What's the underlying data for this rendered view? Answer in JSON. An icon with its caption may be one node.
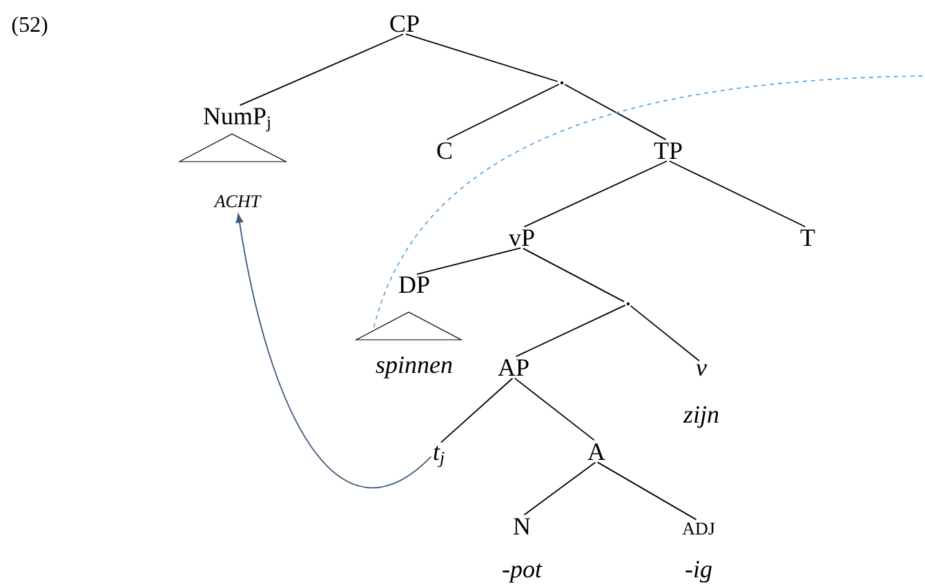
{
  "diagram": {
    "nodes": [
      {
        "text": [
          "CP"
        ]
      },
      {
        "text": [],
        "shape": "point"
      },
      {
        "text": [
          "NumP$_{j}$",
          "ACHT"
        ]
      },
      {
        "text": [
          "C"
        ]
      },
      {
        "text": [
          "TP"
        ]
      },
      {
        "text": [
          "vP"
        ]
      },
      {
        "text": [
          "T"
        ]
      },
      {
        "text": [
          "DP",
          "spinnen"
        ]
      },
      {
        "text": [],
        "shape": "point"
      },
      {
        "text": [
          "AP"
        ]
      },
      {
        "text": [
          "v",
          "zijn"
        ]
      },
      {
        "text": [
          "t$_{j}$"
        ]
      },
      {
        "text": [
          "A"
        ]
      },
      {
        "text": [
          "N",
          "-pot"
        ]
      },
      {
        "text": [
          "ADJ",
          "-ig"
        ]
      }
    ],
    "edges": [
      {
        "from": 0,
        "to": 2,
        "arrow": "none"
      },
      {
        "from": 0,
        "to": 1,
        "arrow": "none"
      },
      {
        "from": 1,
        "to": 3,
        "arrow": "none"
      },
      {
        "from": 1,
        "to": 4,
        "arrow": "none"
      },
      {
        "from": 4,
        "to": 5,
        "arrow": "none"
      },
      {
        "from": 4,
        "to": 6,
        "arrow": "none"
      },
      {
        "from": 5,
        "to": 7,
        "arrow": "none"
      },
      {
        "from": 5,
        "to": 8,
        "arrow": "none"
      },
      {
        "from": 8,
        "to": 9,
        "arrow": "none"
      },
      {
        "from": 8,
        "to": 10,
        "arrow": "none"
      },
      {
        "from": 9,
        "to": 11,
        "arrow": "none"
      },
      {
        "from": 9,
        "to": 12,
        "arrow": "none"
      },
      {
        "from": 12,
        "to": 13,
        "arrow": "none"
      },
      {
        "from": 12,
        "to": 14,
        "arrow": "none"
      },
      {
        "from": 11,
        "to": 2,
        "arrow": "to",
        "color": "#3f5a7e"
      },
      {
        "from": 7,
        "to": null,
        "arrow": "none",
        "style": "dashed",
        "color": "#4a9ee0"
      }
    ],
    "labels": [
      "(52)"
    ]
  }
}
